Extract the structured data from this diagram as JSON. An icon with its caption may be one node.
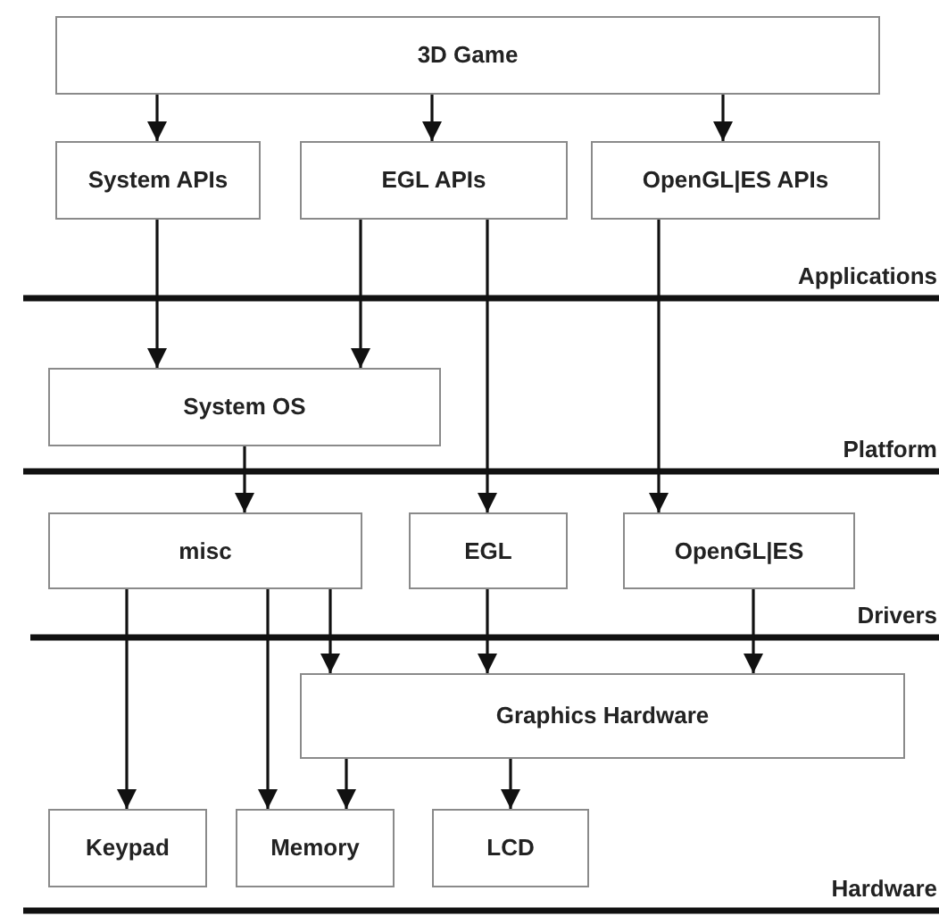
{
  "diagram": {
    "nodes": [
      {
        "text": [
          "3D Game"
        ]
      },
      {
        "text": [
          "System APIs"
        ]
      },
      {
        "text": [
          "EGL APIs"
        ]
      },
      {
        "text": [
          "OpenGL|ES APIs"
        ]
      },
      {
        "text": [
          "System OS"
        ]
      },
      {
        "text": [
          "misc"
        ]
      },
      {
        "text": [
          "EGL"
        ]
      },
      {
        "text": [
          "OpenGL|ES"
        ]
      },
      {
        "text": [
          "Graphics Hardware"
        ]
      },
      {
        "text": [
          "Keypad"
        ]
      },
      {
        "text": [
          "Memory"
        ]
      },
      {
        "text": [
          "LCD"
        ]
      }
    ],
    "edges": [
      {
        "from": 0,
        "to": 1,
        "arrow": "to"
      },
      {
        "from": 0,
        "to": 2,
        "arrow": "to"
      },
      {
        "from": 0,
        "to": 3,
        "arrow": "to"
      },
      {
        "from": 1,
        "to": 4,
        "arrow": "to"
      },
      {
        "from": 2,
        "to": 4,
        "arrow": "to"
      },
      {
        "from": 2,
        "to": 6,
        "arrow": "to"
      },
      {
        "from": 3,
        "to": 7,
        "arrow": "to"
      },
      {
        "from": 4,
        "to": 5,
        "arrow": "to"
      },
      {
        "from": 5,
        "to": 9,
        "arrow": "to"
      },
      {
        "from": 5,
        "to": 10,
        "arrow": "to"
      },
      {
        "from": 5,
        "to": 8,
        "arrow": "to"
      },
      {
        "from": 6,
        "to": 8,
        "arrow": "to"
      },
      {
        "from": 7,
        "to": 8,
        "arrow": "to"
      },
      {
        "from": 8,
        "to": 10,
        "arrow": "to"
      },
      {
        "from": 8,
        "to": 11,
        "arrow": "to"
      }
    ],
    "labels": [
      "Applications",
      "Platform",
      "Drivers",
      "Hardware"
    ]
  }
}
